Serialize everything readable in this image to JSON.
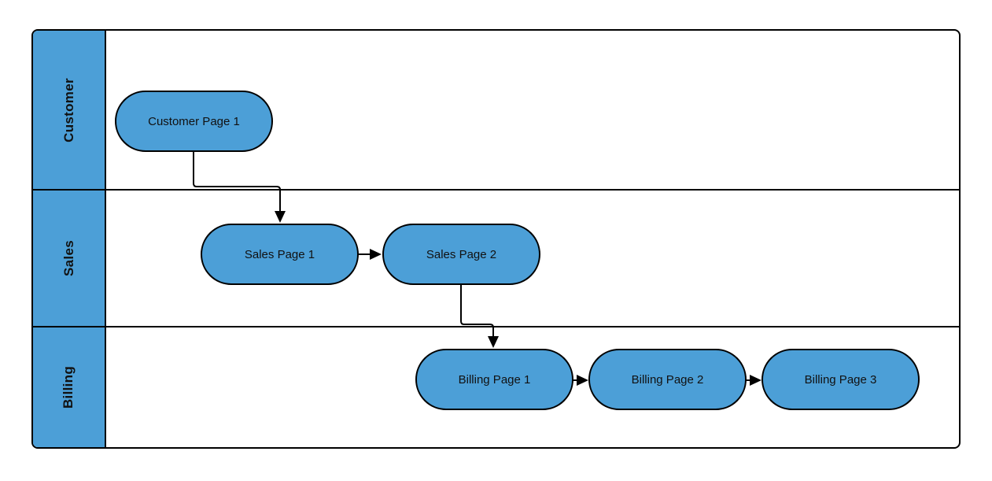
{
  "diagram": {
    "type": "swimlane-flowchart",
    "lanes": [
      {
        "label": "Customer",
        "nodes": [
          {
            "label": "Customer Page 1"
          }
        ]
      },
      {
        "label": "Sales",
        "nodes": [
          {
            "label": "Sales Page 1"
          },
          {
            "label": "Sales Page 2"
          }
        ]
      },
      {
        "label": "Billing",
        "nodes": [
          {
            "label": "Billing Page 1"
          },
          {
            "label": "Billing Page 2"
          },
          {
            "label": "Billing Page 3"
          }
        ]
      }
    ],
    "edges": [
      {
        "from": "Customer Page 1",
        "to": "Sales Page 1"
      },
      {
        "from": "Sales Page 1",
        "to": "Sales Page 2"
      },
      {
        "from": "Sales Page 2",
        "to": "Billing Page 1"
      },
      {
        "from": "Billing Page 1",
        "to": "Billing Page 2"
      },
      {
        "from": "Billing Page 2",
        "to": "Billing Page 3"
      }
    ],
    "colors": {
      "shape_fill": "#4C9FD7",
      "shape_border": "#000000",
      "lane_header_fill": "#4C9FD7",
      "text": "#111111",
      "background": "#FFFFFF"
    }
  }
}
